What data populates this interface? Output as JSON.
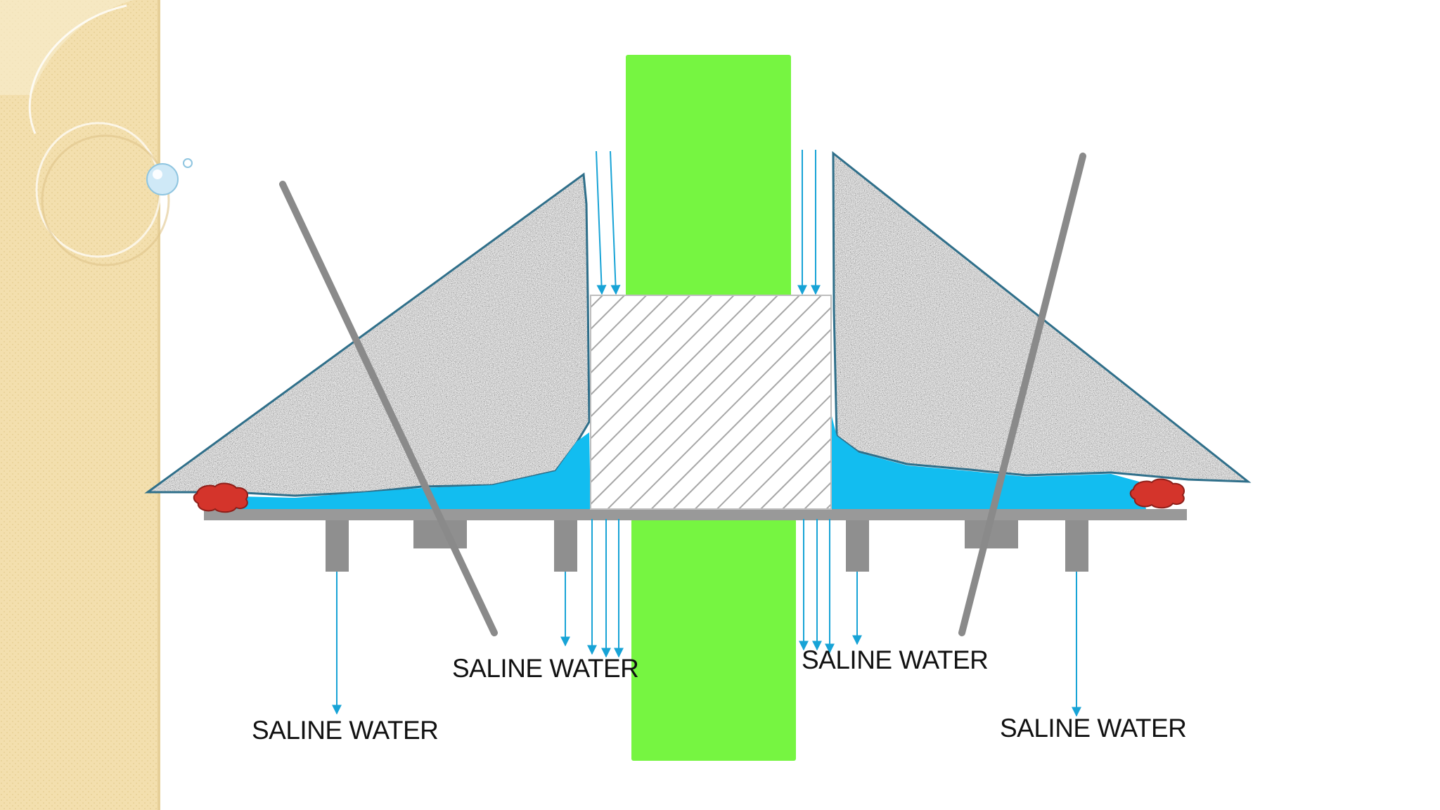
{
  "labels": {
    "center_left": "SALINE WATER",
    "center_right": "SALINE WATER",
    "outer_left": "SALINE WATER",
    "outer_right": "SALINE WATER"
  },
  "colors": {
    "sidebar": "#f3dfae",
    "sidebar_edge": "#e6cf98",
    "gravel": "#9a9a9a",
    "water": "#12bdf0",
    "green_column": "#76f541",
    "slab": "#999999",
    "rods": "#8a8a8a",
    "arrow": "#17a3d6",
    "plug": "#d4342b",
    "hatch": "#a6a6a6"
  },
  "icons": {
    "left_plug": "red-clay-plug-icon",
    "right_plug": "red-clay-plug-icon",
    "bubble": "water-bubble-icon"
  }
}
